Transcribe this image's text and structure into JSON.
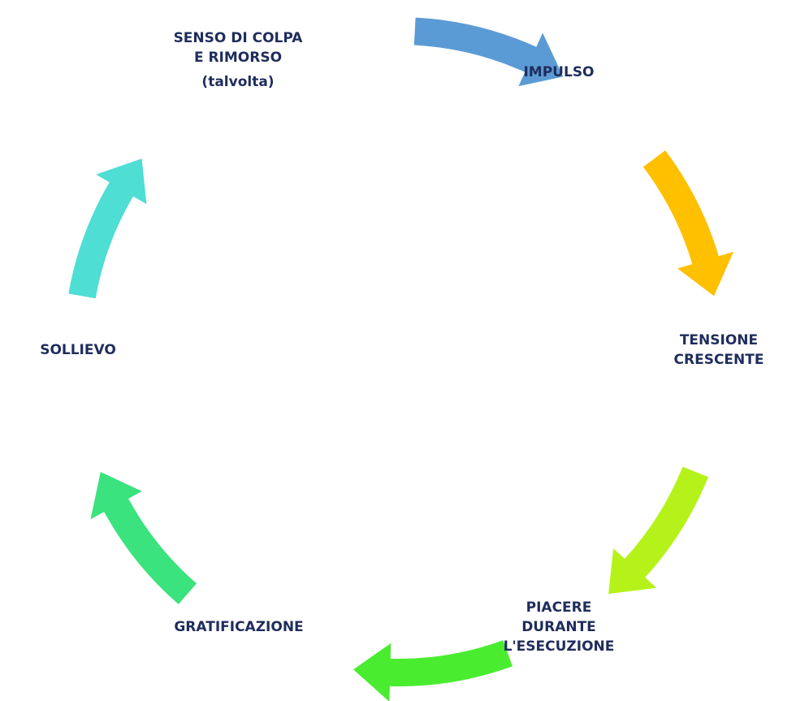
{
  "stages": [
    {
      "id": "impulse",
      "lines": [
        "IMPULSO"
      ]
    },
    {
      "id": "tension",
      "lines": [
        "TENSIONE",
        "CRESCENTE"
      ]
    },
    {
      "id": "pleasure",
      "lines": [
        "PIACERE",
        "DURANTE",
        "L'ESECUZIONE"
      ]
    },
    {
      "id": "gratification",
      "lines": [
        "GRATIFICAZIONE"
      ]
    },
    {
      "id": "relief",
      "lines": [
        "SOLLIEVO"
      ]
    },
    {
      "id": "guilt",
      "lines": [
        "SENSO DI COLPA",
        "E RIMORSO"
      ],
      "note": "(talvolta)"
    }
  ],
  "arrows": [
    {
      "from": "guilt",
      "to": "impulse",
      "color": "#5b9bd5"
    },
    {
      "from": "impulse",
      "to": "tension",
      "color": "#ffc000"
    },
    {
      "from": "tension",
      "to": "pleasure",
      "color": "#b5f21a"
    },
    {
      "from": "pleasure",
      "to": "gratification",
      "color": "#49ec2f"
    },
    {
      "from": "gratification",
      "to": "relief",
      "color": "#3ae37d"
    },
    {
      "from": "relief",
      "to": "guilt",
      "color": "#4fded3"
    }
  ],
  "label_color": "#1f2d5c"
}
